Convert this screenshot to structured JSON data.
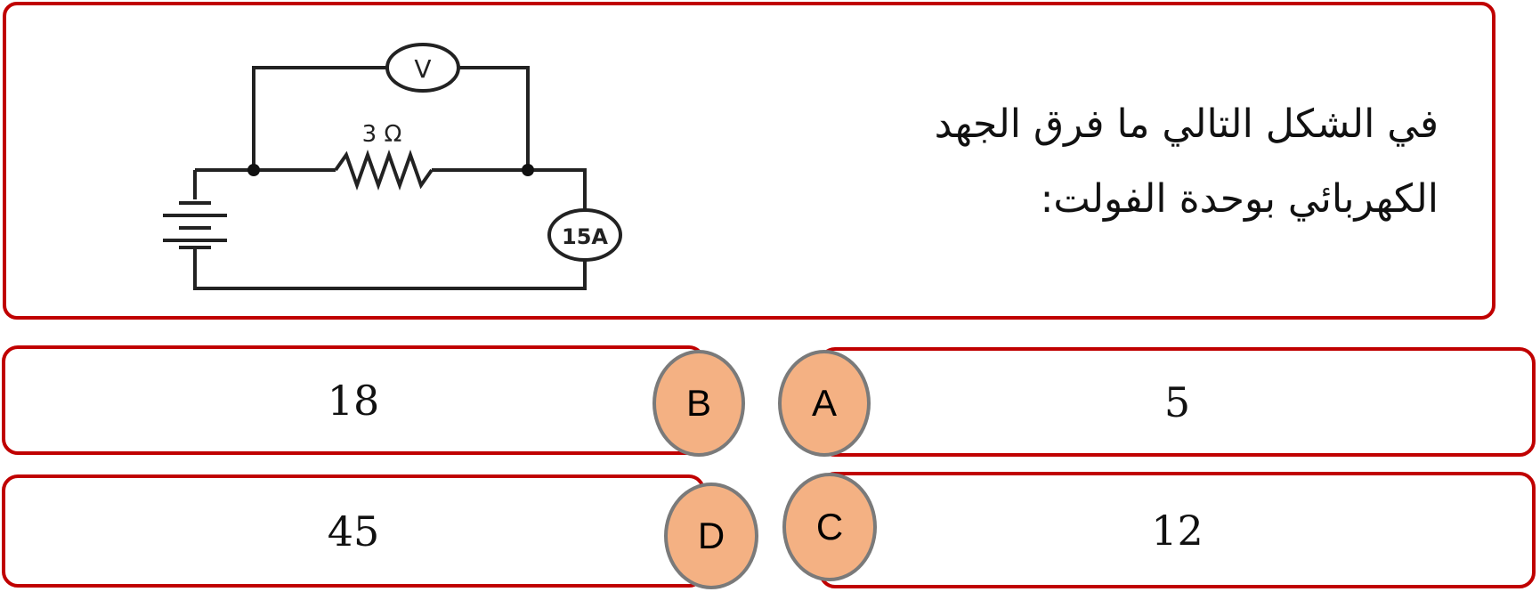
{
  "question": {
    "line1": "في الشكل التالي ما فرق الجهد",
    "line2": "الكهربائي بوحدة الفولت:"
  },
  "figure": {
    "voltmeter_label": "V",
    "resistor_label": "3 Ω",
    "ammeter_label": "15A"
  },
  "answers": [
    {
      "letter": "A",
      "value": "5"
    },
    {
      "letter": "B",
      "value": "18"
    },
    {
      "letter": "C",
      "value": "12"
    },
    {
      "letter": "D",
      "value": "45"
    }
  ],
  "colors": {
    "border": "#c00000",
    "badge_fill": "#f4b183",
    "badge_border": "#7a7a7a"
  }
}
